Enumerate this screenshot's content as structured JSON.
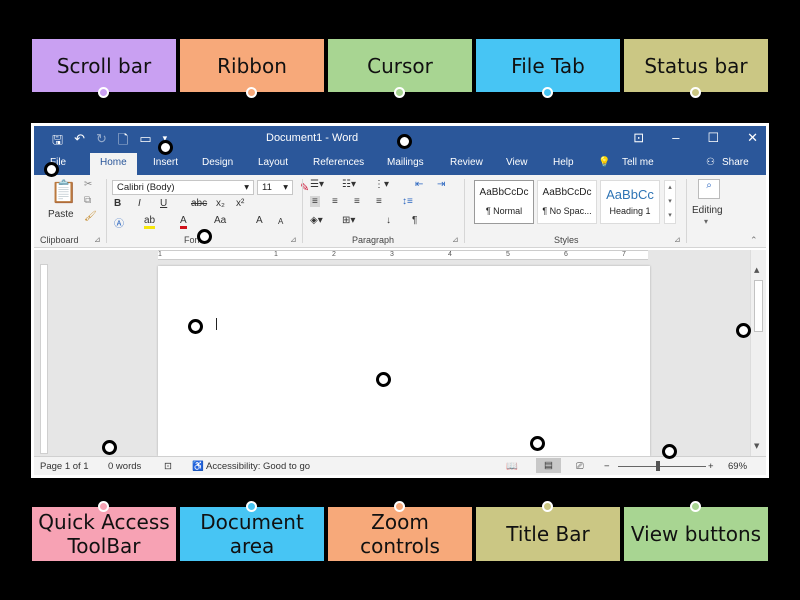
{
  "labels": {
    "top": [
      "Scroll bar",
      "Ribbon",
      "Cursor",
      "File Tab",
      "Status bar"
    ],
    "bottom": [
      "Quick Access\nToolBar",
      "Document\narea",
      "Zoom\ncontrols",
      "Title Bar",
      "View buttons"
    ],
    "top_colors": [
      "#c9a0f2",
      "#f7a97a",
      "#a8d592",
      "#47c5f4",
      "#cbc784"
    ],
    "bottom_colors": [
      "#f7a2b4",
      "#47c5f4",
      "#f7a97a",
      "#cbc784",
      "#a8d592"
    ]
  },
  "word": {
    "title": "Document1 - Word",
    "qat_icons": [
      "save-icon",
      "undo-icon",
      "redo-icon",
      "new-doc-icon",
      "touch-icon",
      "customize-icon"
    ],
    "tabs": [
      "File",
      "Home",
      "Insert",
      "Design",
      "Layout",
      "References",
      "Mailings",
      "Review",
      "View",
      "Help",
      "Tell me",
      "Share"
    ],
    "active_tab": "Home",
    "clipboard": {
      "paste": "Paste",
      "label": "Clipboard"
    },
    "font": {
      "name": "Calibri (Body)",
      "size": "11",
      "label": "Font",
      "bold": "B",
      "italic": "I",
      "underline": "U",
      "strike": "abc",
      "sub": "x₂",
      "sup": "x²",
      "case": "Aa",
      "grow": "A",
      "shrink": "A"
    },
    "paragraph": {
      "label": "Paragraph"
    },
    "styles": {
      "label": "Styles",
      "items": [
        {
          "preview": "AaBbCcDc",
          "name": "¶ Normal"
        },
        {
          "preview": "AaBbCcDc",
          "name": "¶ No Spac..."
        },
        {
          "preview": "AaBbCc",
          "name": "Heading 1"
        }
      ]
    },
    "editing": "Editing",
    "ruler_marks": [
      "1",
      "1",
      "2",
      "3",
      "4",
      "5",
      "6",
      "7"
    ],
    "status": {
      "page": "Page 1 of 1",
      "words": "0 words",
      "accessibility": "Accessibility: Good to go",
      "zoom": "69%",
      "zoom_fraction": 0.45
    }
  }
}
